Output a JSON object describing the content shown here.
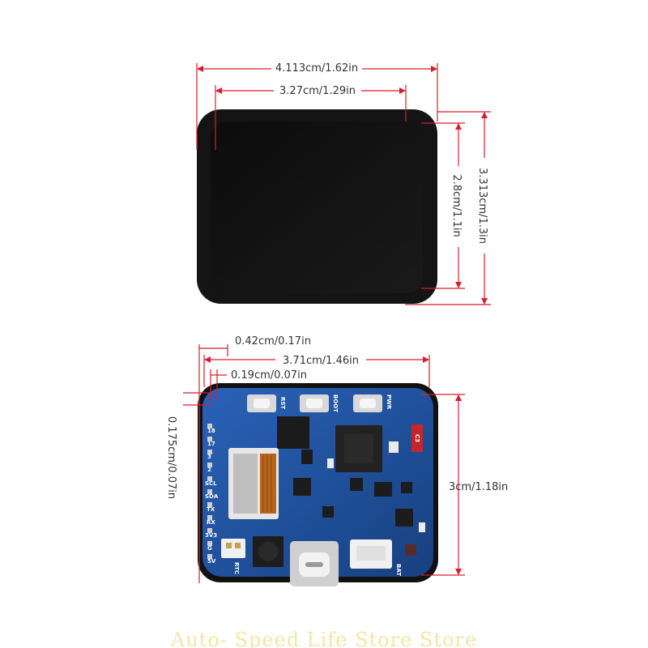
{
  "screen_module": {
    "width_outer": "4.113cm/1.62in",
    "width_inner": "3.27cm/1.29in",
    "height_inner": "2.8cm/1.1in",
    "height_outer": "3.313cm/1.3in"
  },
  "board_module": {
    "offset_top": "0.42cm/0.17in",
    "width": "3.71cm/1.46in",
    "offset_small": "0.19cm/0.07in",
    "side_margin": "0.175cm/0.07in",
    "height": "3cm/1.18in"
  },
  "board_labels": {
    "buttons": [
      "RST",
      "BOOT",
      "PWR"
    ],
    "pins": [
      "18",
      "17",
      "3",
      "2",
      "SCL",
      "SDA",
      "TX",
      "RX",
      "3V3",
      "G",
      "5V"
    ],
    "chip_label": "C3",
    "bottom_left": "RTC",
    "bottom_right": "BAT"
  },
  "watermark": "Auto- Speed Life Store Store",
  "colors": {
    "dimension_line": "#d81e2c",
    "screen_bezel": "#151515",
    "pcb": "#1f4fa0",
    "watermark": "#f2e6a8"
  }
}
